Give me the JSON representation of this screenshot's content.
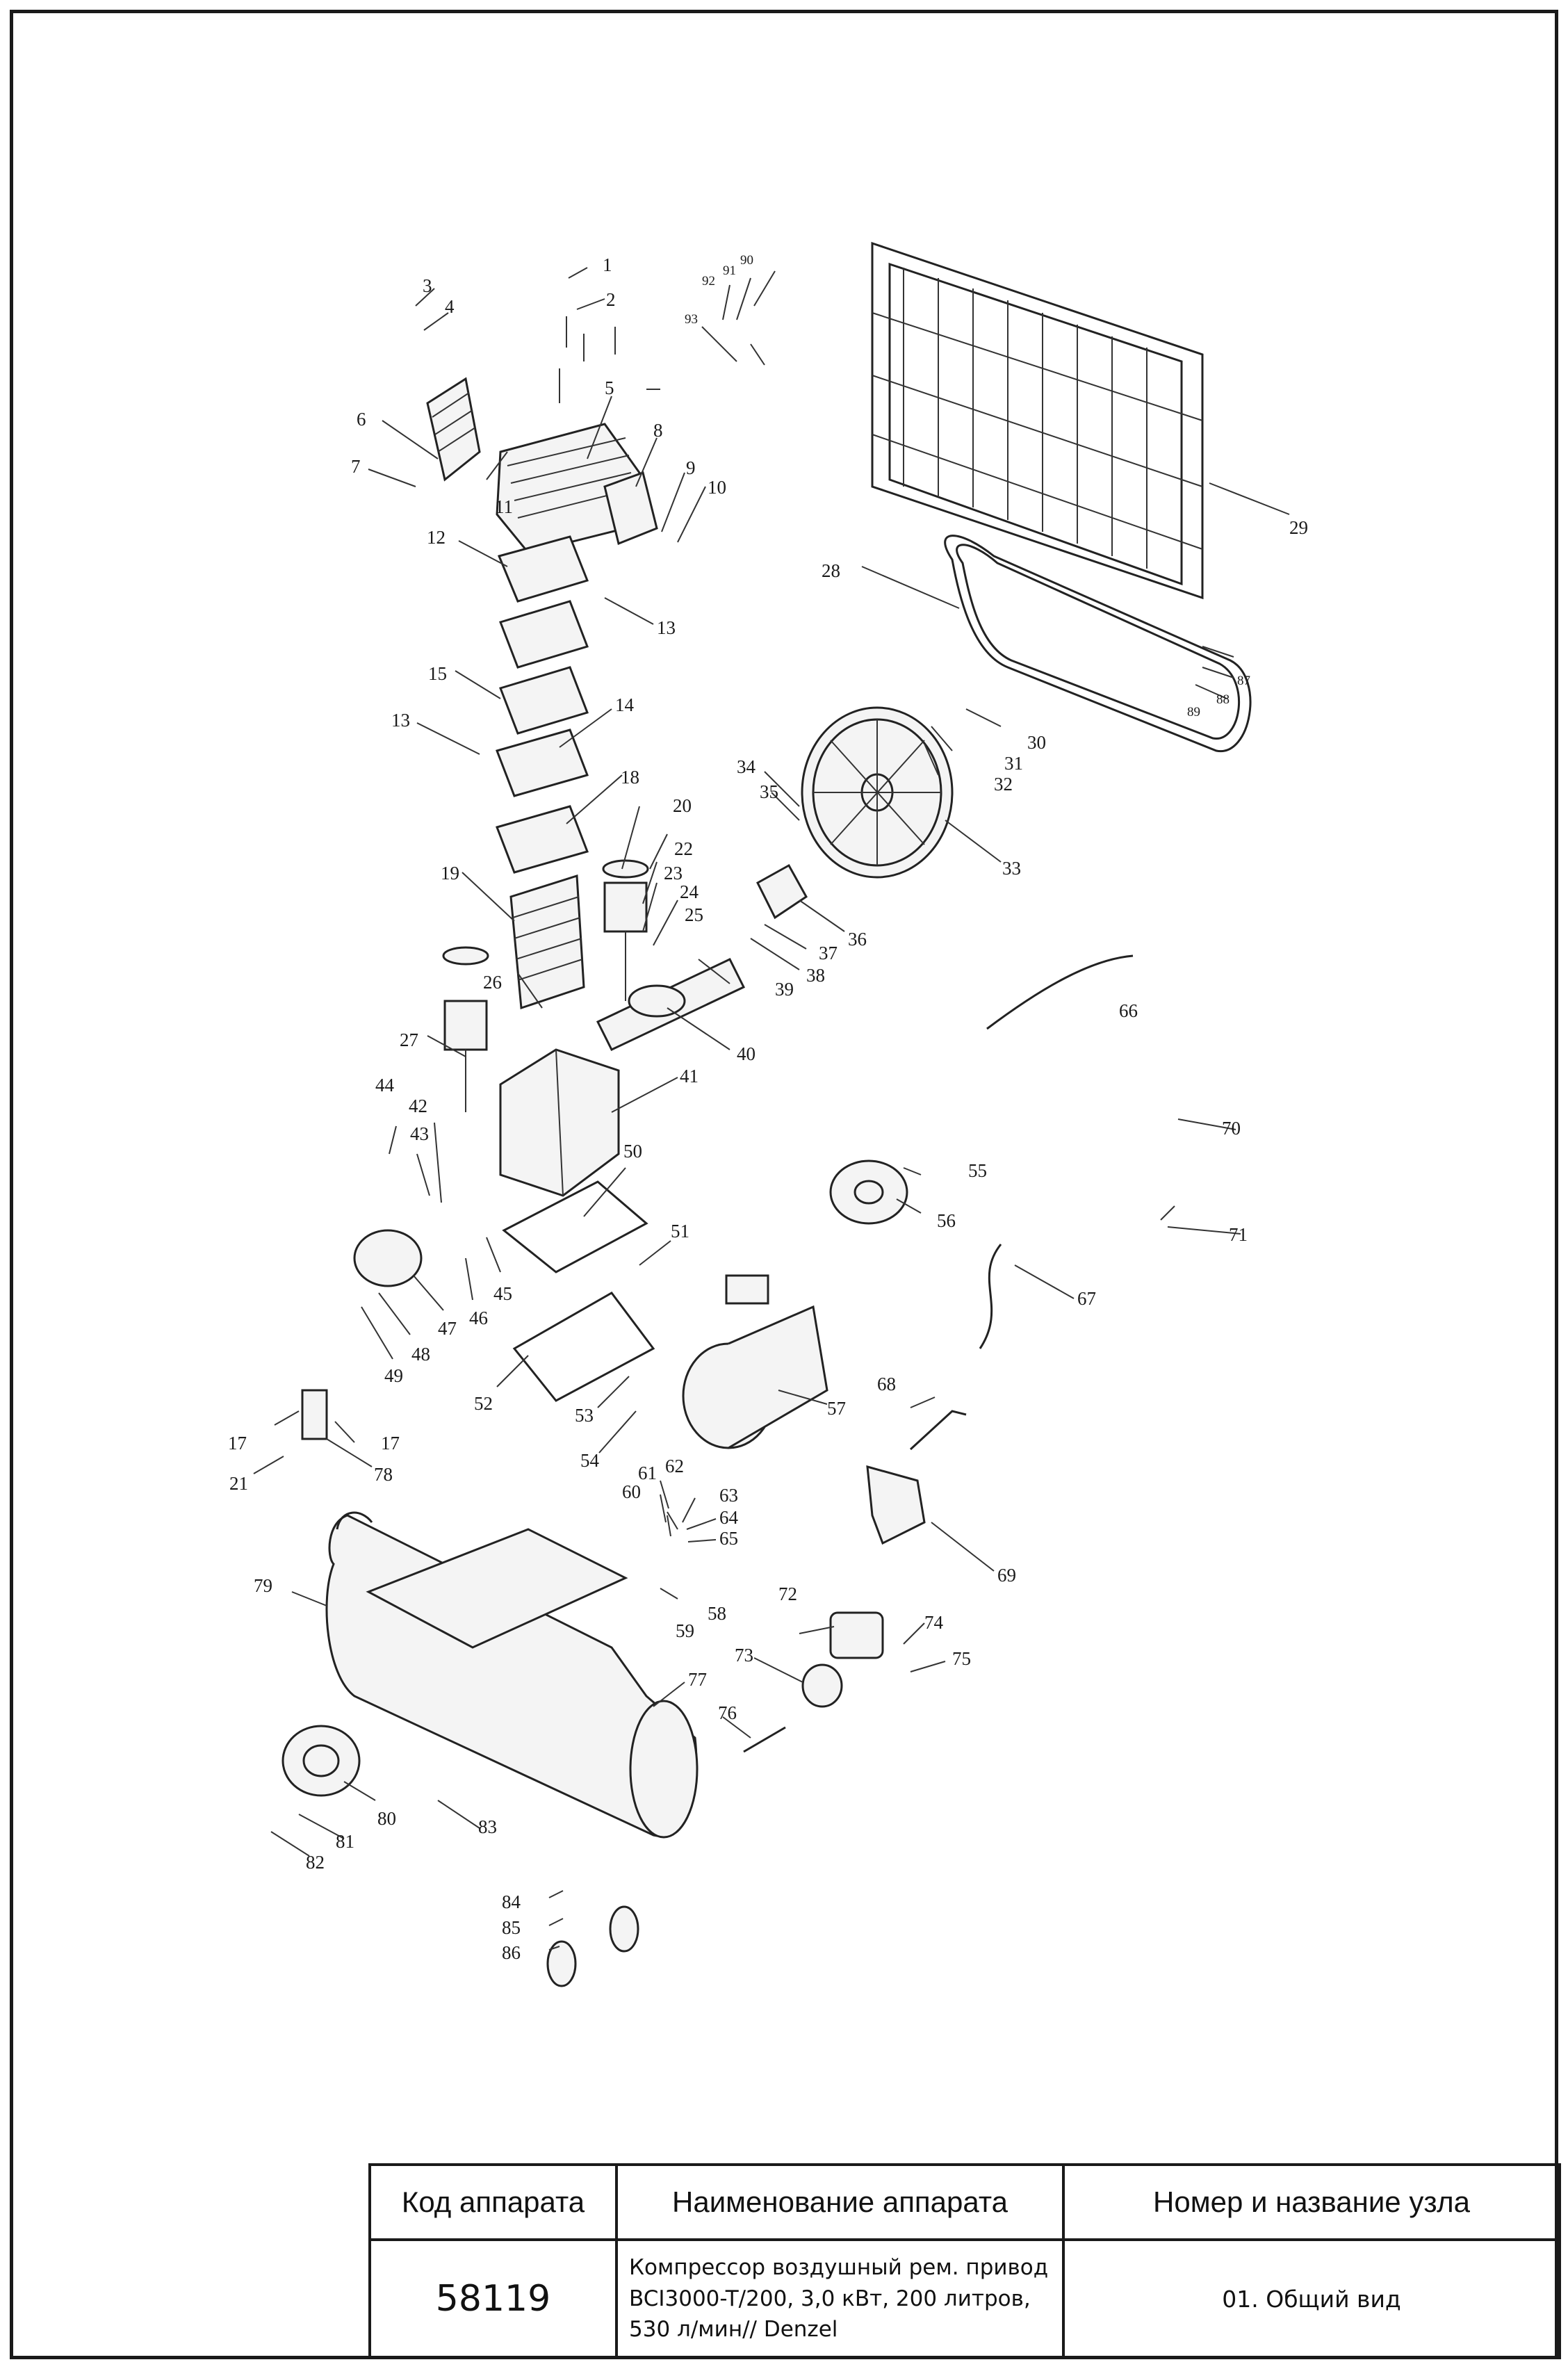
{
  "table": {
    "headers": [
      "Код аппарата",
      "Наименование аппарата",
      "Номер и название узла"
    ],
    "code": "58119",
    "name": "Компрессор воздушный рем. привод BCI3000-T/200, 3,0 кВт, 200 литров, 530 л/мин// Denzel",
    "node": "01. Общий вид"
  },
  "callouts": [
    "1",
    "2",
    "3",
    "4",
    "5",
    "6",
    "7",
    "8",
    "9",
    "10",
    "11",
    "12",
    "13",
    "13",
    "14",
    "15",
    "17",
    "17",
    "18",
    "19",
    "20",
    "21",
    "22",
    "23",
    "24",
    "25",
    "26",
    "27",
    "28",
    "29",
    "30",
    "31",
    "32",
    "33",
    "34",
    "35",
    "36",
    "37",
    "38",
    "39",
    "40",
    "41",
    "42",
    "43",
    "44",
    "45",
    "46",
    "47",
    "48",
    "49",
    "50",
    "51",
    "52",
    "53",
    "54",
    "55",
    "56",
    "57",
    "58",
    "59",
    "60",
    "61",
    "62",
    "63",
    "64",
    "65",
    "66",
    "67",
    "68",
    "69",
    "70",
    "71",
    "72",
    "73",
    "74",
    "75",
    "76",
    "77",
    "78",
    "79",
    "80",
    "81",
    "82",
    "83",
    "84",
    "85",
    "86",
    "87",
    "88",
    "89",
    "90",
    "91",
    "92",
    "93"
  ]
}
